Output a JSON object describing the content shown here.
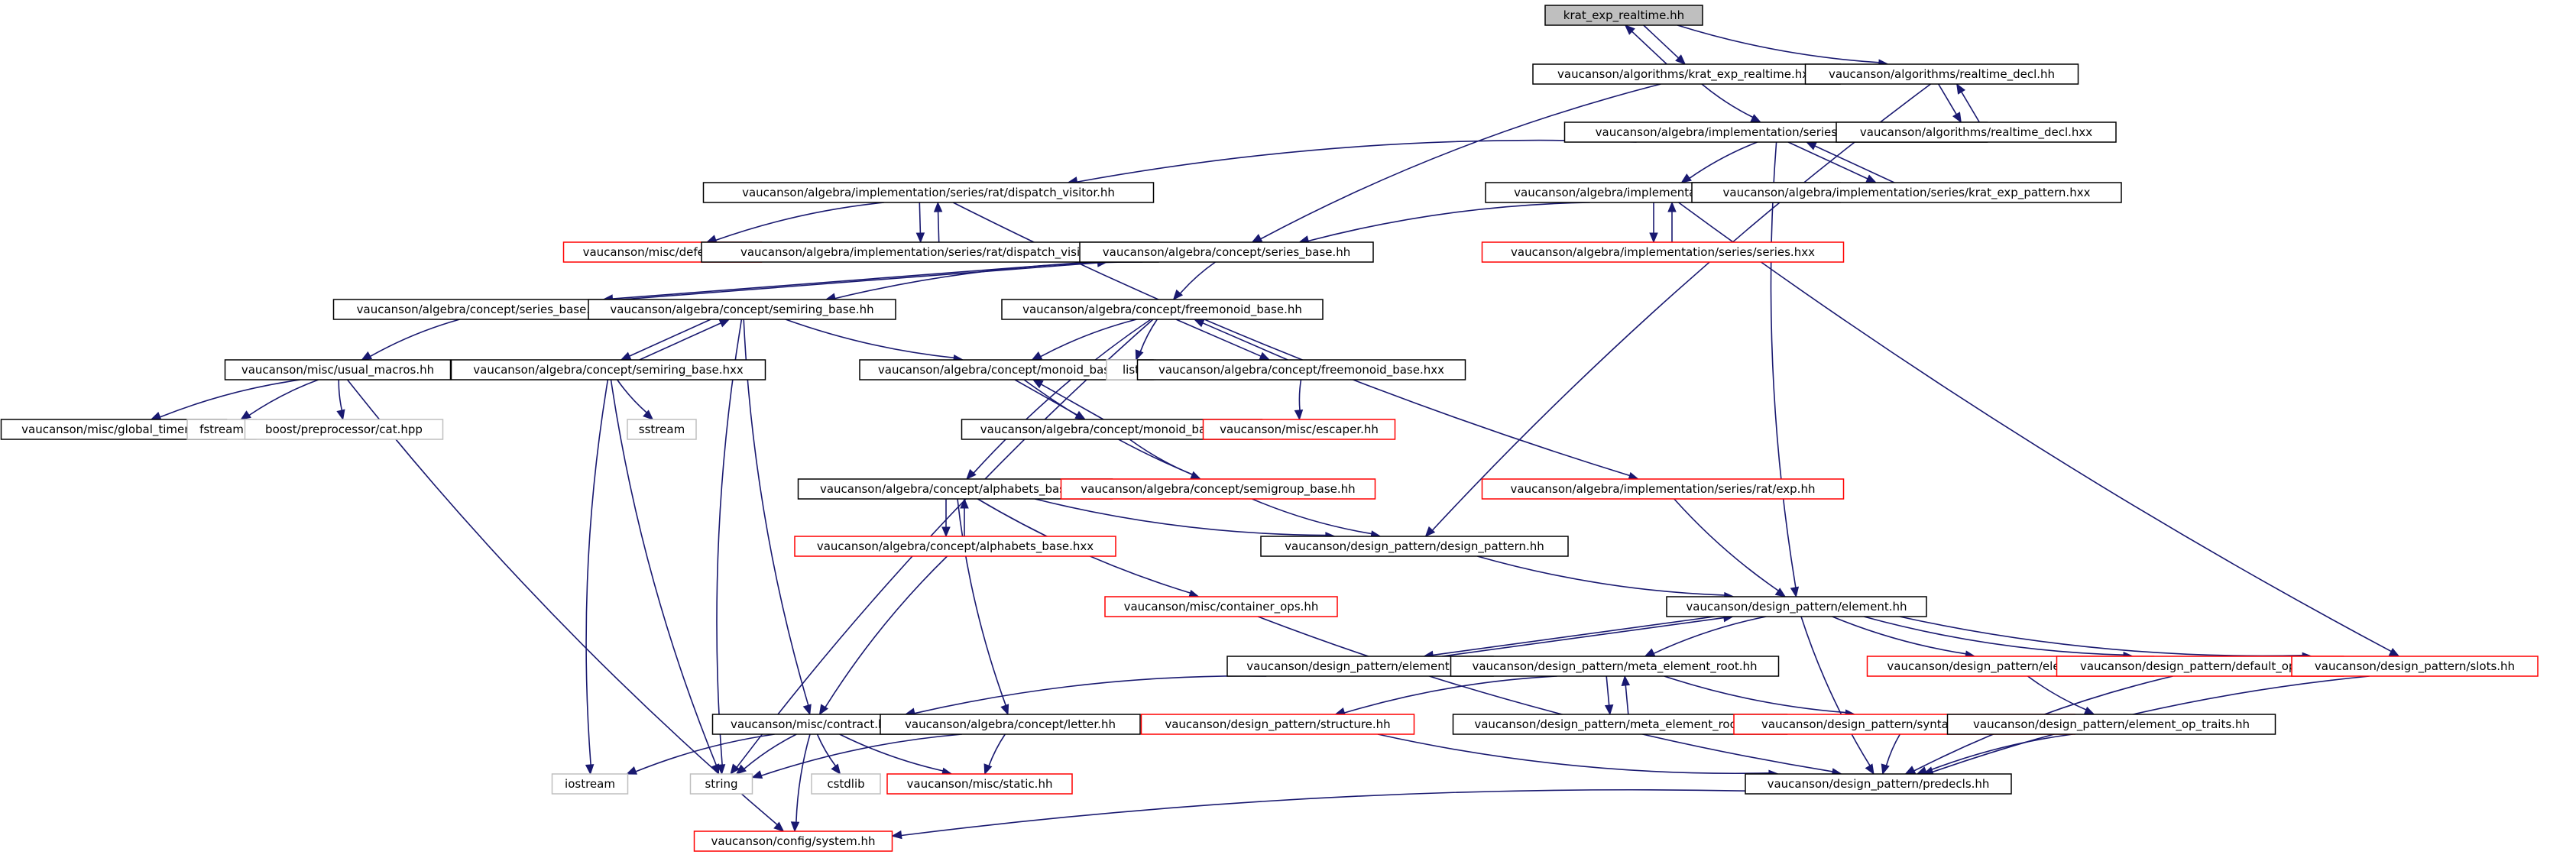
{
  "colors": {
    "edge": "#191970",
    "node_border": "#000000",
    "node_border_external": "#bfbfbf",
    "node_border_incomplete": "#ff0000",
    "root_fill": "#bfbfbf",
    "node_fill": "#ffffff"
  },
  "graph": {
    "root": "krat",
    "nodes": [
      {
        "id": "krat",
        "label": "krat_exp_realtime.hh",
        "kind": "root"
      },
      {
        "id": "alg_krat_hxx",
        "label": "vaucanson/algorithms/krat_exp_realtime.hxx",
        "kind": "normal"
      },
      {
        "id": "rt_decl_hh",
        "label": "vaucanson/algorithms/realtime_decl.hh",
        "kind": "normal"
      },
      {
        "id": "kep_hh",
        "label": "vaucanson/algebra/implementation/series/krat_exp_pattern.hh",
        "kind": "normal"
      },
      {
        "id": "rt_decl_hxx",
        "label": "vaucanson/algorithms/realtime_decl.hxx",
        "kind": "normal"
      },
      {
        "id": "dv_hh",
        "label": "vaucanson/algebra/implementation/series/rat/dispatch_visitor.hh",
        "kind": "normal"
      },
      {
        "id": "series_hh",
        "label": "vaucanson/algebra/implementation/series/series.hh",
        "kind": "normal"
      },
      {
        "id": "kep_hxx",
        "label": "vaucanson/algebra/implementation/series/krat_exp_pattern.hxx",
        "kind": "normal"
      },
      {
        "id": "deferrer",
        "label": "vaucanson/misc/deferrer.hh",
        "kind": "incomplete"
      },
      {
        "id": "dv_hxx",
        "label": "vaucanson/algebra/implementation/series/rat/dispatch_visitor.hxx",
        "kind": "normal"
      },
      {
        "id": "sb_hh",
        "label": "vaucanson/algebra/concept/series_base.hh",
        "kind": "normal"
      },
      {
        "id": "series_hxx",
        "label": "vaucanson/algebra/implementation/series/series.hxx",
        "kind": "incomplete"
      },
      {
        "id": "sb_hxx",
        "label": "vaucanson/algebra/concept/series_base.hxx",
        "kind": "normal"
      },
      {
        "id": "semb_hh",
        "label": "vaucanson/algebra/concept/semiring_base.hh",
        "kind": "normal"
      },
      {
        "id": "fmb_hh",
        "label": "vaucanson/algebra/concept/freemonoid_base.hh",
        "kind": "normal"
      },
      {
        "id": "usual",
        "label": "vaucanson/misc/usual_macros.hh",
        "kind": "normal"
      },
      {
        "id": "semb_hxx",
        "label": "vaucanson/algebra/concept/semiring_base.hxx",
        "kind": "normal"
      },
      {
        "id": "mb_hh",
        "label": "vaucanson/algebra/concept/monoid_base.hh",
        "kind": "normal"
      },
      {
        "id": "list",
        "label": "list",
        "kind": "external"
      },
      {
        "id": "fmb_hxx",
        "label": "vaucanson/algebra/concept/freemonoid_base.hxx",
        "kind": "normal"
      },
      {
        "id": "gtimer",
        "label": "vaucanson/misc/global_timer.hh",
        "kind": "normal"
      },
      {
        "id": "fstream",
        "label": "fstream",
        "kind": "external"
      },
      {
        "id": "bpcat",
        "label": "boost/preprocessor/cat.hpp",
        "kind": "external"
      },
      {
        "id": "sstream",
        "label": "sstream",
        "kind": "external"
      },
      {
        "id": "mb_hxx",
        "label": "vaucanson/algebra/concept/monoid_base.hxx",
        "kind": "normal"
      },
      {
        "id": "escaper",
        "label": "vaucanson/misc/escaper.hh",
        "kind": "incomplete"
      },
      {
        "id": "ab_hh",
        "label": "vaucanson/algebra/concept/alphabets_base.hh",
        "kind": "normal"
      },
      {
        "id": "sgb_hh",
        "label": "vaucanson/algebra/concept/semigroup_base.hh",
        "kind": "incomplete"
      },
      {
        "id": "ratexp",
        "label": "vaucanson/algebra/implementation/series/rat/exp.hh",
        "kind": "incomplete"
      },
      {
        "id": "ab_hxx",
        "label": "vaucanson/algebra/concept/alphabets_base.hxx",
        "kind": "incomplete"
      },
      {
        "id": "dp_hh",
        "label": "vaucanson/design_pattern/design_pattern.hh",
        "kind": "normal"
      },
      {
        "id": "cops",
        "label": "vaucanson/misc/container_ops.hh",
        "kind": "incomplete"
      },
      {
        "id": "el_hh",
        "label": "vaucanson/design_pattern/element.hh",
        "kind": "normal"
      },
      {
        "id": "el_hxx",
        "label": "vaucanson/design_pattern/element.hxx",
        "kind": "normal"
      },
      {
        "id": "mer_hh",
        "label": "vaucanson/design_pattern/meta_element_root.hh",
        "kind": "normal"
      },
      {
        "id": "elops",
        "label": "vaucanson/design_pattern/element_ops.hh",
        "kind": "incomplete"
      },
      {
        "id": "defops",
        "label": "vaucanson/design_pattern/default_ops.hh",
        "kind": "incomplete"
      },
      {
        "id": "slots",
        "label": "vaucanson/design_pattern/slots.hh",
        "kind": "incomplete"
      },
      {
        "id": "contract",
        "label": "vaucanson/misc/contract.hh",
        "kind": "normal"
      },
      {
        "id": "letter",
        "label": "vaucanson/algebra/concept/letter.hh",
        "kind": "normal"
      },
      {
        "id": "structure",
        "label": "vaucanson/design_pattern/structure.hh",
        "kind": "incomplete"
      },
      {
        "id": "mer_hxx",
        "label": "vaucanson/design_pattern/meta_element_root.hxx",
        "kind": "normal"
      },
      {
        "id": "syndec",
        "label": "vaucanson/design_pattern/syntactic_decorator.hh",
        "kind": "incomplete"
      },
      {
        "id": "eot",
        "label": "vaucanson/design_pattern/element_op_traits.hh",
        "kind": "normal"
      },
      {
        "id": "iostream",
        "label": "iostream",
        "kind": "external"
      },
      {
        "id": "string",
        "label": "string",
        "kind": "external"
      },
      {
        "id": "cstdlib",
        "label": "cstdlib",
        "kind": "external"
      },
      {
        "id": "static",
        "label": "vaucanson/misc/static.hh",
        "kind": "incomplete"
      },
      {
        "id": "predecls",
        "label": "vaucanson/design_pattern/predecls.hh",
        "kind": "normal"
      },
      {
        "id": "system",
        "label": "vaucanson/config/system.hh",
        "kind": "incomplete"
      }
    ],
    "edges": [
      [
        "krat",
        "alg_krat_hxx"
      ],
      [
        "alg_krat_hxx",
        "krat"
      ],
      [
        "krat",
        "rt_decl_hh"
      ],
      [
        "rt_decl_hh",
        "rt_decl_hxx"
      ],
      [
        "rt_decl_hxx",
        "rt_decl_hh"
      ],
      [
        "rt_decl_hh",
        "dp_hh"
      ],
      [
        "alg_krat_hxx",
        "kep_hh"
      ],
      [
        "alg_krat_hxx",
        "sb_hh"
      ],
      [
        "kep_hh",
        "dv_hh"
      ],
      [
        "kep_hh",
        "series_hh"
      ],
      [
        "kep_hh",
        "kep_hxx"
      ],
      [
        "kep_hxx",
        "kep_hh"
      ],
      [
        "kep_hh",
        "el_hh"
      ],
      [
        "dv_hh",
        "deferrer"
      ],
      [
        "dv_hh",
        "dv_hxx"
      ],
      [
        "dv_hxx",
        "dv_hh"
      ],
      [
        "dv_hh",
        "ratexp"
      ],
      [
        "series_hh",
        "sb_hh"
      ],
      [
        "series_hh",
        "series_hxx"
      ],
      [
        "series_hxx",
        "series_hh"
      ],
      [
        "series_hh",
        "slots"
      ],
      [
        "sb_hh",
        "sb_hxx"
      ],
      [
        "sb_hxx",
        "sb_hh"
      ],
      [
        "sb_hh",
        "semb_hh"
      ],
      [
        "sb_hh",
        "fmb_hh"
      ],
      [
        "sb_hxx",
        "usual"
      ],
      [
        "semb_hh",
        "sb_hxx"
      ],
      [
        "semb_hh",
        "semb_hxx"
      ],
      [
        "semb_hxx",
        "semb_hh"
      ],
      [
        "semb_hh",
        "mb_hh"
      ],
      [
        "semb_hh",
        "contract"
      ],
      [
        "semb_hh",
        "string"
      ],
      [
        "fmb_hh",
        "mb_hh"
      ],
      [
        "fmb_hh",
        "list"
      ],
      [
        "fmb_hh",
        "fmb_hxx"
      ],
      [
        "fmb_hxx",
        "fmb_hh"
      ],
      [
        "fmb_hh",
        "ab_hh"
      ],
      [
        "fmb_hh",
        "string"
      ],
      [
        "usual",
        "gtimer"
      ],
      [
        "usual",
        "fstream"
      ],
      [
        "usual",
        "bpcat"
      ],
      [
        "usual",
        "system"
      ],
      [
        "semb_hxx",
        "sstream"
      ],
      [
        "semb_hxx",
        "string"
      ],
      [
        "semb_hxx",
        "iostream"
      ],
      [
        "mb_hh",
        "mb_hxx"
      ],
      [
        "mb_hxx",
        "mb_hh"
      ],
      [
        "mb_hh",
        "sgb_hh"
      ],
      [
        "mb_hxx",
        "sgb_hh"
      ],
      [
        "fmb_hxx",
        "escaper"
      ],
      [
        "ab_hh",
        "ab_hxx"
      ],
      [
        "ab_hxx",
        "ab_hh"
      ],
      [
        "ab_hh",
        "dp_hh"
      ],
      [
        "ab_hh",
        "cops"
      ],
      [
        "ab_hh",
        "letter"
      ],
      [
        "ab_hxx",
        "contract"
      ],
      [
        "sgb_hh",
        "dp_hh"
      ],
      [
        "ratexp",
        "el_hh"
      ],
      [
        "dp_hh",
        "el_hh"
      ],
      [
        "cops",
        "predecls"
      ],
      [
        "el_hh",
        "el_hxx"
      ],
      [
        "el_hxx",
        "el_hh"
      ],
      [
        "el_hh",
        "mer_hh"
      ],
      [
        "el_hh",
        "elops"
      ],
      [
        "el_hh",
        "defops"
      ],
      [
        "el_hh",
        "slots"
      ],
      [
        "el_hh",
        "predecls"
      ],
      [
        "el_hxx",
        "contract"
      ],
      [
        "mer_hh",
        "structure"
      ],
      [
        "mer_hh",
        "mer_hxx"
      ],
      [
        "mer_hxx",
        "mer_hh"
      ],
      [
        "mer_hh",
        "syndec"
      ],
      [
        "elops",
        "eot"
      ],
      [
        "defops",
        "predecls"
      ],
      [
        "slots",
        "predecls"
      ],
      [
        "contract",
        "iostream"
      ],
      [
        "contract",
        "string"
      ],
      [
        "contract",
        "cstdlib"
      ],
      [
        "contract",
        "static"
      ],
      [
        "contract",
        "system"
      ],
      [
        "letter",
        "string"
      ],
      [
        "letter",
        "static"
      ],
      [
        "structure",
        "predecls"
      ],
      [
        "syndec",
        "predecls"
      ],
      [
        "eot",
        "predecls"
      ],
      [
        "predecls",
        "system"
      ]
    ]
  }
}
